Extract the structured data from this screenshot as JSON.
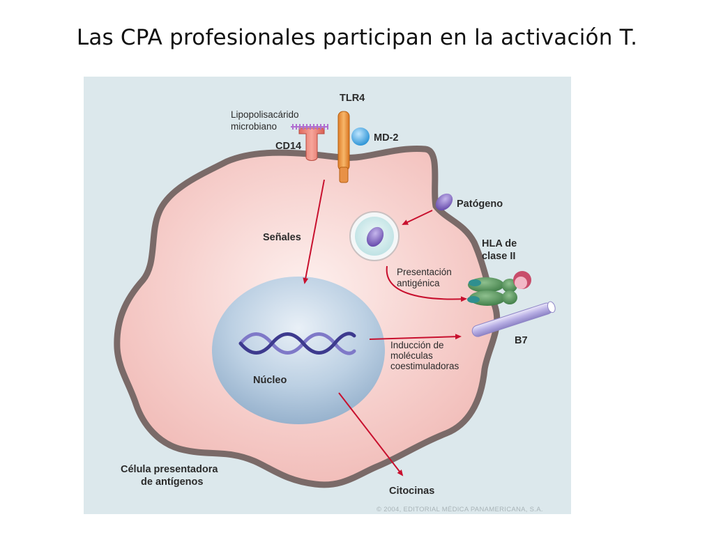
{
  "slide": {
    "title": "Las CPA profesionales  participan en la  activación T."
  },
  "diagram": {
    "labels": {
      "tlr4": "TLR4",
      "lps_line1": "Lipopolisacárido",
      "lps_line2": "microbiano",
      "md2": "MD-2",
      "cd14": "CD14",
      "patogeno": "Patógeno",
      "senales": "Señales",
      "hla_line1": "HLA de",
      "hla_line2": "clase II",
      "presentacion_line1": "Presentación",
      "presentacion_line2": "antigénica",
      "b7": "B7",
      "induccion_line1": "Inducción de",
      "induccion_line2": "moléculas",
      "induccion_line3": "coestimuladoras",
      "nucleo": "Núcleo",
      "celula_line1": "Célula presentadora",
      "celula_line2": "de antígenos",
      "citocinas": "Citocinas"
    },
    "copyright": "© 2004, EDITORIAL MÉDICA PANAMERICANA, S.A.",
    "colors": {
      "background": "#dce8ec",
      "cell_fill": "#f4c4c0",
      "cell_border": "#7a6a68",
      "nucleus": "#b8cde0",
      "arrow": "#c8102e",
      "tlr4": "#f0a050",
      "md2": "#4aa8e0",
      "cd14": "#f08878",
      "pathogen": "#8a6ec0",
      "hla": "#4a8a50",
      "b7": "#b8aee0"
    }
  }
}
